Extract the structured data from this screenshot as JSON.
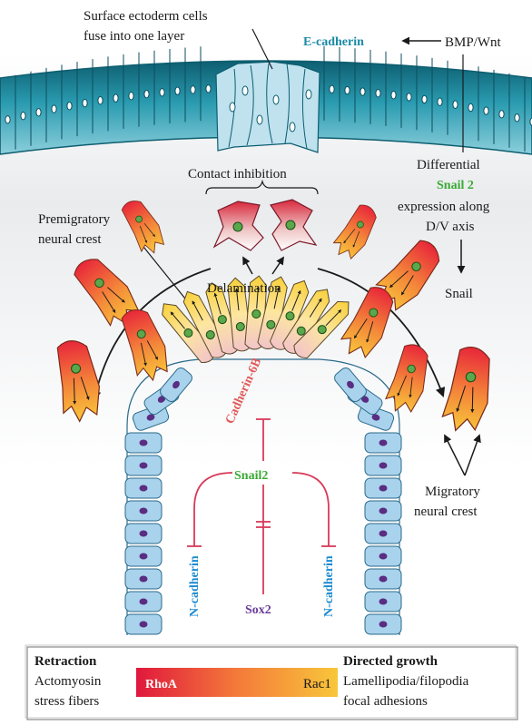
{
  "labels": {
    "surface_1": "Surface ectoderm cells",
    "surface_2": "fuse into one layer",
    "ecadherin": "E-cadherin",
    "bmp": "BMP/Wnt",
    "diff_1": "Differential",
    "diff_2": "Snail 2",
    "diff_3": "expression along",
    "diff_4": "D/V axis",
    "snail": "Snail",
    "contact": "Contact inhibition",
    "premig_1": "Premigratory",
    "premig_2": "neural crest",
    "delam": "Delamination",
    "cad6b": "Cadherin-6B",
    "snail2": "Snail2",
    "ncad_left": "N-cadherin",
    "ncad_right": "N-cadherin",
    "sox2": "Sox2",
    "mig_1": "Migratory",
    "mig_2": "neural crest"
  },
  "legend": {
    "retraction": "Retraction",
    "retraction_1": "Actomyosin",
    "retraction_2": "stress fibers",
    "rhoa": "RhoA",
    "rac1": "Rac1",
    "directed": "Directed growth",
    "directed_1": "Lamellipodia/filopodia",
    "directed_2": "focal adhesions"
  },
  "colors": {
    "ectoderm": "#2a9bb0",
    "ectoderm_dark": "#0d5e70",
    "tube_cell": "#a9d2ec",
    "nucleus": "#5a2d82",
    "crest_green": "#5aa84a",
    "ecad_text": "#1a8aa6",
    "snail_green": "#3aaa35",
    "cad6b_red": "#e05a5a",
    "ncad_blue": "#1a8ad0",
    "sox2_purple": "#6a3d9a",
    "inhibit_line": "#d83a5a"
  }
}
